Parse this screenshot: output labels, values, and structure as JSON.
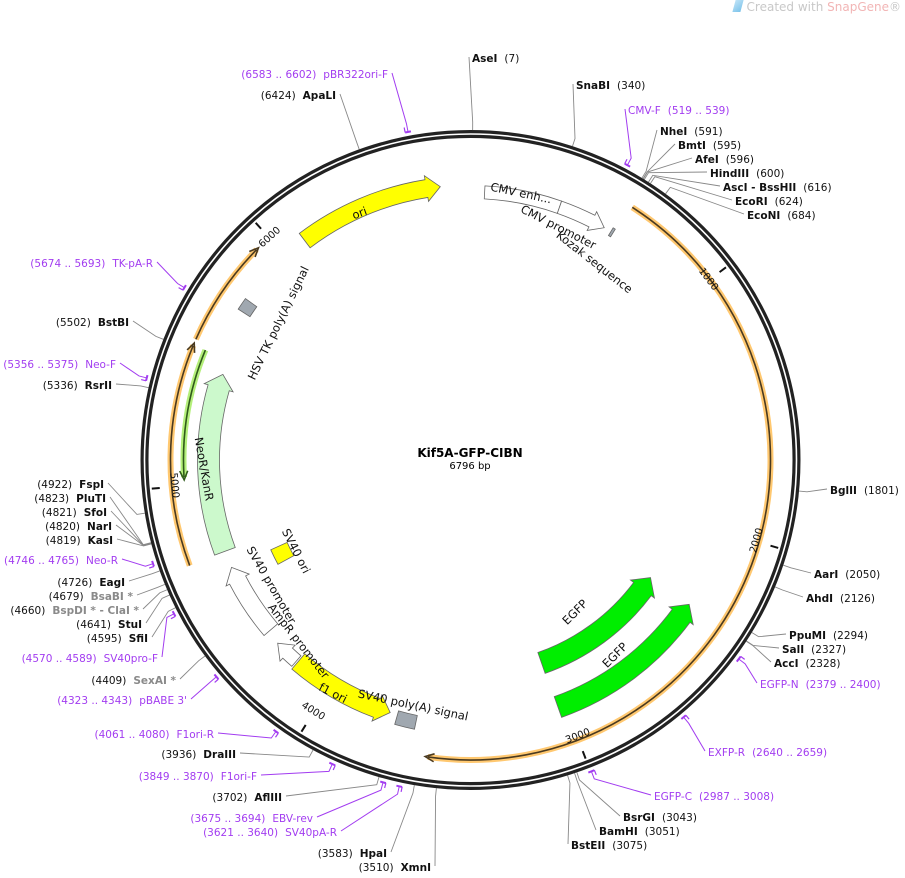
{
  "watermark": {
    "prefix": "Created with ",
    "brand": "SnapGene",
    "reg": "®"
  },
  "plasmid": {
    "name": "Kif5A-GFP-CIBN",
    "size_label": "6796 bp",
    "length_bp": 6796
  },
  "colors": {
    "backbone": "#222222",
    "primer": "#a23cf0",
    "enzyme": "#111111",
    "enzyme_nonunique": "#8a8a8a",
    "orf_fill": "#ffc870",
    "orf_line": "#5a4a2a"
  },
  "ticks": [
    {
      "bp": 1000,
      "label": "1000"
    },
    {
      "bp": 2000,
      "label": "2000"
    },
    {
      "bp": 3000,
      "label": "3000"
    },
    {
      "bp": 4000,
      "label": "4000"
    },
    {
      "bp": 5000,
      "label": "5000"
    },
    {
      "bp": 6000,
      "label": "6000"
    }
  ],
  "enzymes": [
    {
      "name": "AseI",
      "pos": "7"
    },
    {
      "name": "SnaBI",
      "pos": "340"
    },
    {
      "name": "NheI",
      "pos": "591"
    },
    {
      "name": "BmtI",
      "pos": "595"
    },
    {
      "name": "AfeI",
      "pos": "596"
    },
    {
      "name": "HindIII",
      "pos": "600"
    },
    {
      "name": "AscI  - BssHII",
      "pos": "616"
    },
    {
      "name": "EcoRI",
      "pos": "624"
    },
    {
      "name": "EcoNI",
      "pos": "684"
    },
    {
      "name": "BglII",
      "pos": "1801"
    },
    {
      "name": "AarI",
      "pos": "2050"
    },
    {
      "name": "AhdI",
      "pos": "2126"
    },
    {
      "name": "PpuMI",
      "pos": "2294"
    },
    {
      "name": "SalI",
      "pos": "2327"
    },
    {
      "name": "AccI",
      "pos": "2328"
    },
    {
      "name": "BsrGI",
      "pos": "3043"
    },
    {
      "name": "BamHI",
      "pos": "3051"
    },
    {
      "name": "BstEII",
      "pos": "3075"
    },
    {
      "name": "XmnI",
      "pos": "3510"
    },
    {
      "name": "HpaI",
      "pos": "3583"
    },
    {
      "name": "AflIII",
      "pos": "3702"
    },
    {
      "name": "DraIII",
      "pos": "3936"
    },
    {
      "name": "SexAI *",
      "pos": "4409",
      "nonunique": true
    },
    {
      "name": "SfiI",
      "pos": "4595"
    },
    {
      "name": "StuI",
      "pos": "4641"
    },
    {
      "name": "BspDI * - ClaI *",
      "pos": "4660",
      "nonunique": true
    },
    {
      "name": "BsaBI *",
      "pos": "4679",
      "nonunique": true
    },
    {
      "name": "EagI",
      "pos": "4726"
    },
    {
      "name": "KasI",
      "pos": "4819"
    },
    {
      "name": "NarI",
      "pos": "4820"
    },
    {
      "name": "SfoI",
      "pos": "4821"
    },
    {
      "name": "PluTI",
      "pos": "4823"
    },
    {
      "name": "FspI",
      "pos": "4922"
    },
    {
      "name": "RsrII",
      "pos": "5336"
    },
    {
      "name": "BstBI",
      "pos": "5502"
    },
    {
      "name": "ApaLI",
      "pos": "6424"
    }
  ],
  "primers": [
    {
      "name": "CMV-F",
      "range": "519 .. 539",
      "start": 519,
      "end": 539
    },
    {
      "name": "EGFP-N",
      "range": "2379 .. 2400",
      "start": 2379,
      "end": 2400
    },
    {
      "name": "EXFP-R",
      "range": "2640 .. 2659",
      "start": 2640,
      "end": 2659
    },
    {
      "name": "EGFP-C",
      "range": "2987 .. 3008",
      "start": 2987,
      "end": 3008
    },
    {
      "name": "SV40pA-R",
      "range": "3621 .. 3640",
      "start": 3621,
      "end": 3640
    },
    {
      "name": "EBV-rev",
      "range": "3675 .. 3694",
      "start": 3675,
      "end": 3694
    },
    {
      "name": "F1ori-F",
      "range": "3849 .. 3870",
      "start": 3849,
      "end": 3870
    },
    {
      "name": "F1ori-R",
      "range": "4061 .. 4080",
      "start": 4061,
      "end": 4080
    },
    {
      "name": "pBABE 3'",
      "range": "4323 .. 4343",
      "start": 4323,
      "end": 4343
    },
    {
      "name": "SV40pro-F",
      "range": "4570 .. 4589",
      "start": 4570,
      "end": 4589
    },
    {
      "name": "Neo-R",
      "range": "4746 .. 4765",
      "start": 4746,
      "end": 4765
    },
    {
      "name": "Neo-F",
      "range": "5356 .. 5375",
      "start": 5356,
      "end": 5375
    },
    {
      "name": "TK-pA-R",
      "range": "5674 .. 5693",
      "start": 5674,
      "end": 5693
    },
    {
      "name": "pBR322ori-F",
      "range": "6583 .. 6602",
      "start": 6583,
      "end": 6602
    }
  ],
  "features": [
    {
      "label": "ori",
      "start": 6096,
      "end": 6677,
      "direction": "forward",
      "color": "#ffff00"
    },
    {
      "label": "CMV enh...",
      "start": 57,
      "end": 366,
      "direction": "none",
      "color": "#ffffff"
    },
    {
      "label": "CMV promoter",
      "start": 366,
      "end": 565,
      "direction": "forward",
      "color": "#ffffff"
    },
    {
      "label": "Kozak sequence",
      "start": 596,
      "end": 606,
      "direction": "none",
      "color": "#a0a8b0"
    },
    {
      "label": "",
      "start": 616,
      "end": 3562,
      "direction": "forward",
      "color": "#ffc870"
    },
    {
      "label": "EGFP",
      "start": 2325,
      "end": 3034,
      "direction": "reverse",
      "color": "#00ee00"
    },
    {
      "label": "EGFP",
      "start": 2330,
      "end": 3030,
      "direction": "reverse",
      "color": "#00ee00"
    },
    {
      "label": "SV40 poly(A) signal",
      "start": 3620,
      "end": 3700,
      "direction": "none",
      "color": "#a0a8b0"
    },
    {
      "label": "f1 ori",
      "start": 3731,
      "end": 4163,
      "direction": "reverse",
      "color": "#ffff00"
    },
    {
      "label": "AmpR promoter",
      "start": 4170,
      "end": 4275,
      "direction": "forward",
      "color": "#ffffff"
    },
    {
      "label": "SV40 promoter",
      "start": 4335,
      "end": 4640,
      "direction": "forward",
      "color": "#ffffff"
    },
    {
      "label": "SV40 ori",
      "start": 4560,
      "end": 4640,
      "direction": "none",
      "color": "#ffff00"
    },
    {
      "label": "",
      "start": 4708,
      "end": 5530,
      "direction": "forward",
      "color": "#ffc870"
    },
    {
      "label": "",
      "start": 5545,
      "end": 5947,
      "direction": "forward",
      "color": "#ffc870"
    },
    {
      "label": "",
      "start": 5022,
      "end": 5522,
      "direction": "reverse",
      "color": "#b4ef7a"
    },
    {
      "label": "NeoR/KanR",
      "start": 4712,
      "end": 5457,
      "direction": "forward",
      "color": "#ccf9cc"
    },
    {
      "label": "HSV TK poly(A) signal",
      "start": 5720,
      "end": 5770,
      "direction": "none",
      "color": "#a0a8b0"
    }
  ]
}
